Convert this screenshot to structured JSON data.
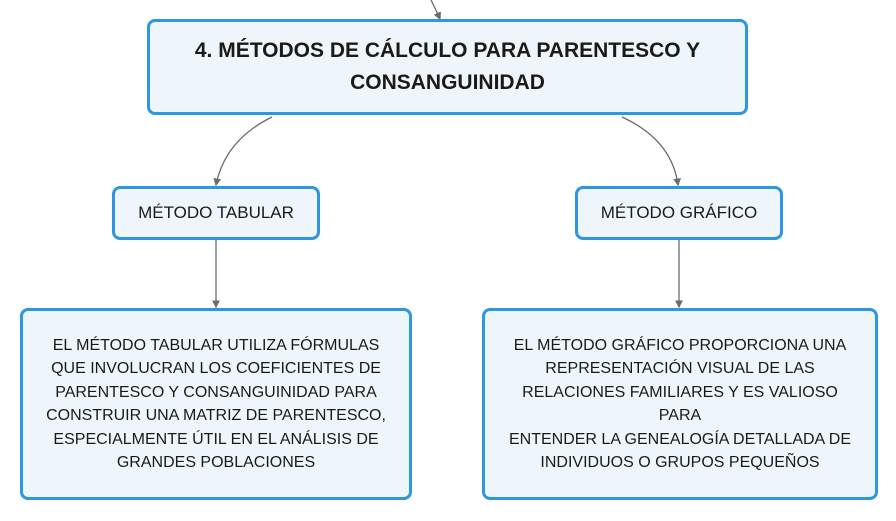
{
  "diagram": {
    "title": "4. MÉTODOS DE CÁLCULO PARA PARENTESCO Y CONSANGUINIDAD",
    "branches": [
      {
        "label": "MÉTODO TABULAR",
        "description": "EL MÉTODO TABULAR UTILIZA FÓRMULAS\nQUE INVOLUCRAN LOS COEFICIENTES DE\nPARENTESCO Y CONSANGUINIDAD PARA\nCONSTRUIR UNA MATRIZ DE PARENTESCO,\nESPECIALMENTE ÚTIL EN EL ANÁLISIS DE\nGRANDES POBLACIONES"
      },
      {
        "label": "MÉTODO GRÁFICO",
        "description": "EL MÉTODO GRÁFICO PROPORCIONA UNA\nREPRESENTACIÓN VISUAL DE LAS\nRELACIONES FAMILIARES Y ES VALIOSO PARA\nENTENDER LA GENEALOGÍA DETALLADA DE\nINDIVIDUOS O GRUPOS PEQUEÑOS"
      }
    ]
  },
  "colors": {
    "node_border": "#2d97e0",
    "node_fill": "#eef6fc",
    "connector": "#6b6b6b"
  }
}
